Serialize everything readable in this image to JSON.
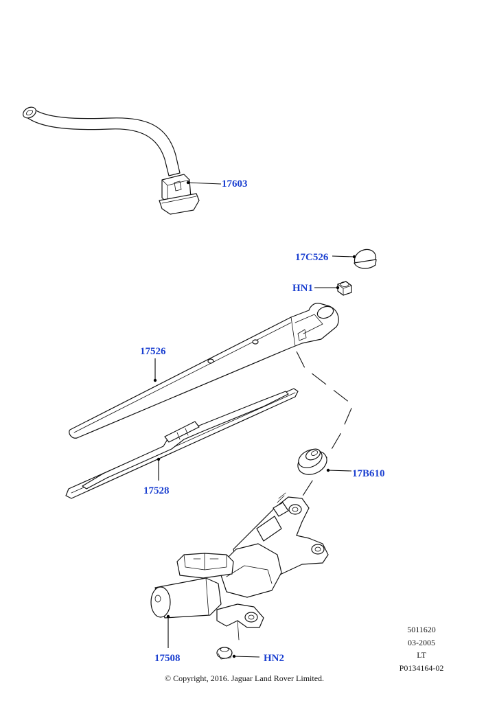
{
  "parts": {
    "hose_connector": "17603",
    "cap": "17C526",
    "nut_hn1": "HN1",
    "wiper_arm": "17526",
    "wiper_blade": "17528",
    "grommet": "17B610",
    "wiper_motor": "17508",
    "nut_hn2": "HN2"
  },
  "reference": {
    "line1": "5011620",
    "line2": "03-2005",
    "line3": "LT",
    "line4": "P0134164-02"
  },
  "copyright": "© Copyright, 2016. Jaguar Land Rover Limited.",
  "colors": {
    "label": "#1a3fd0",
    "lines": "#111111",
    "background": "#ffffff"
  }
}
